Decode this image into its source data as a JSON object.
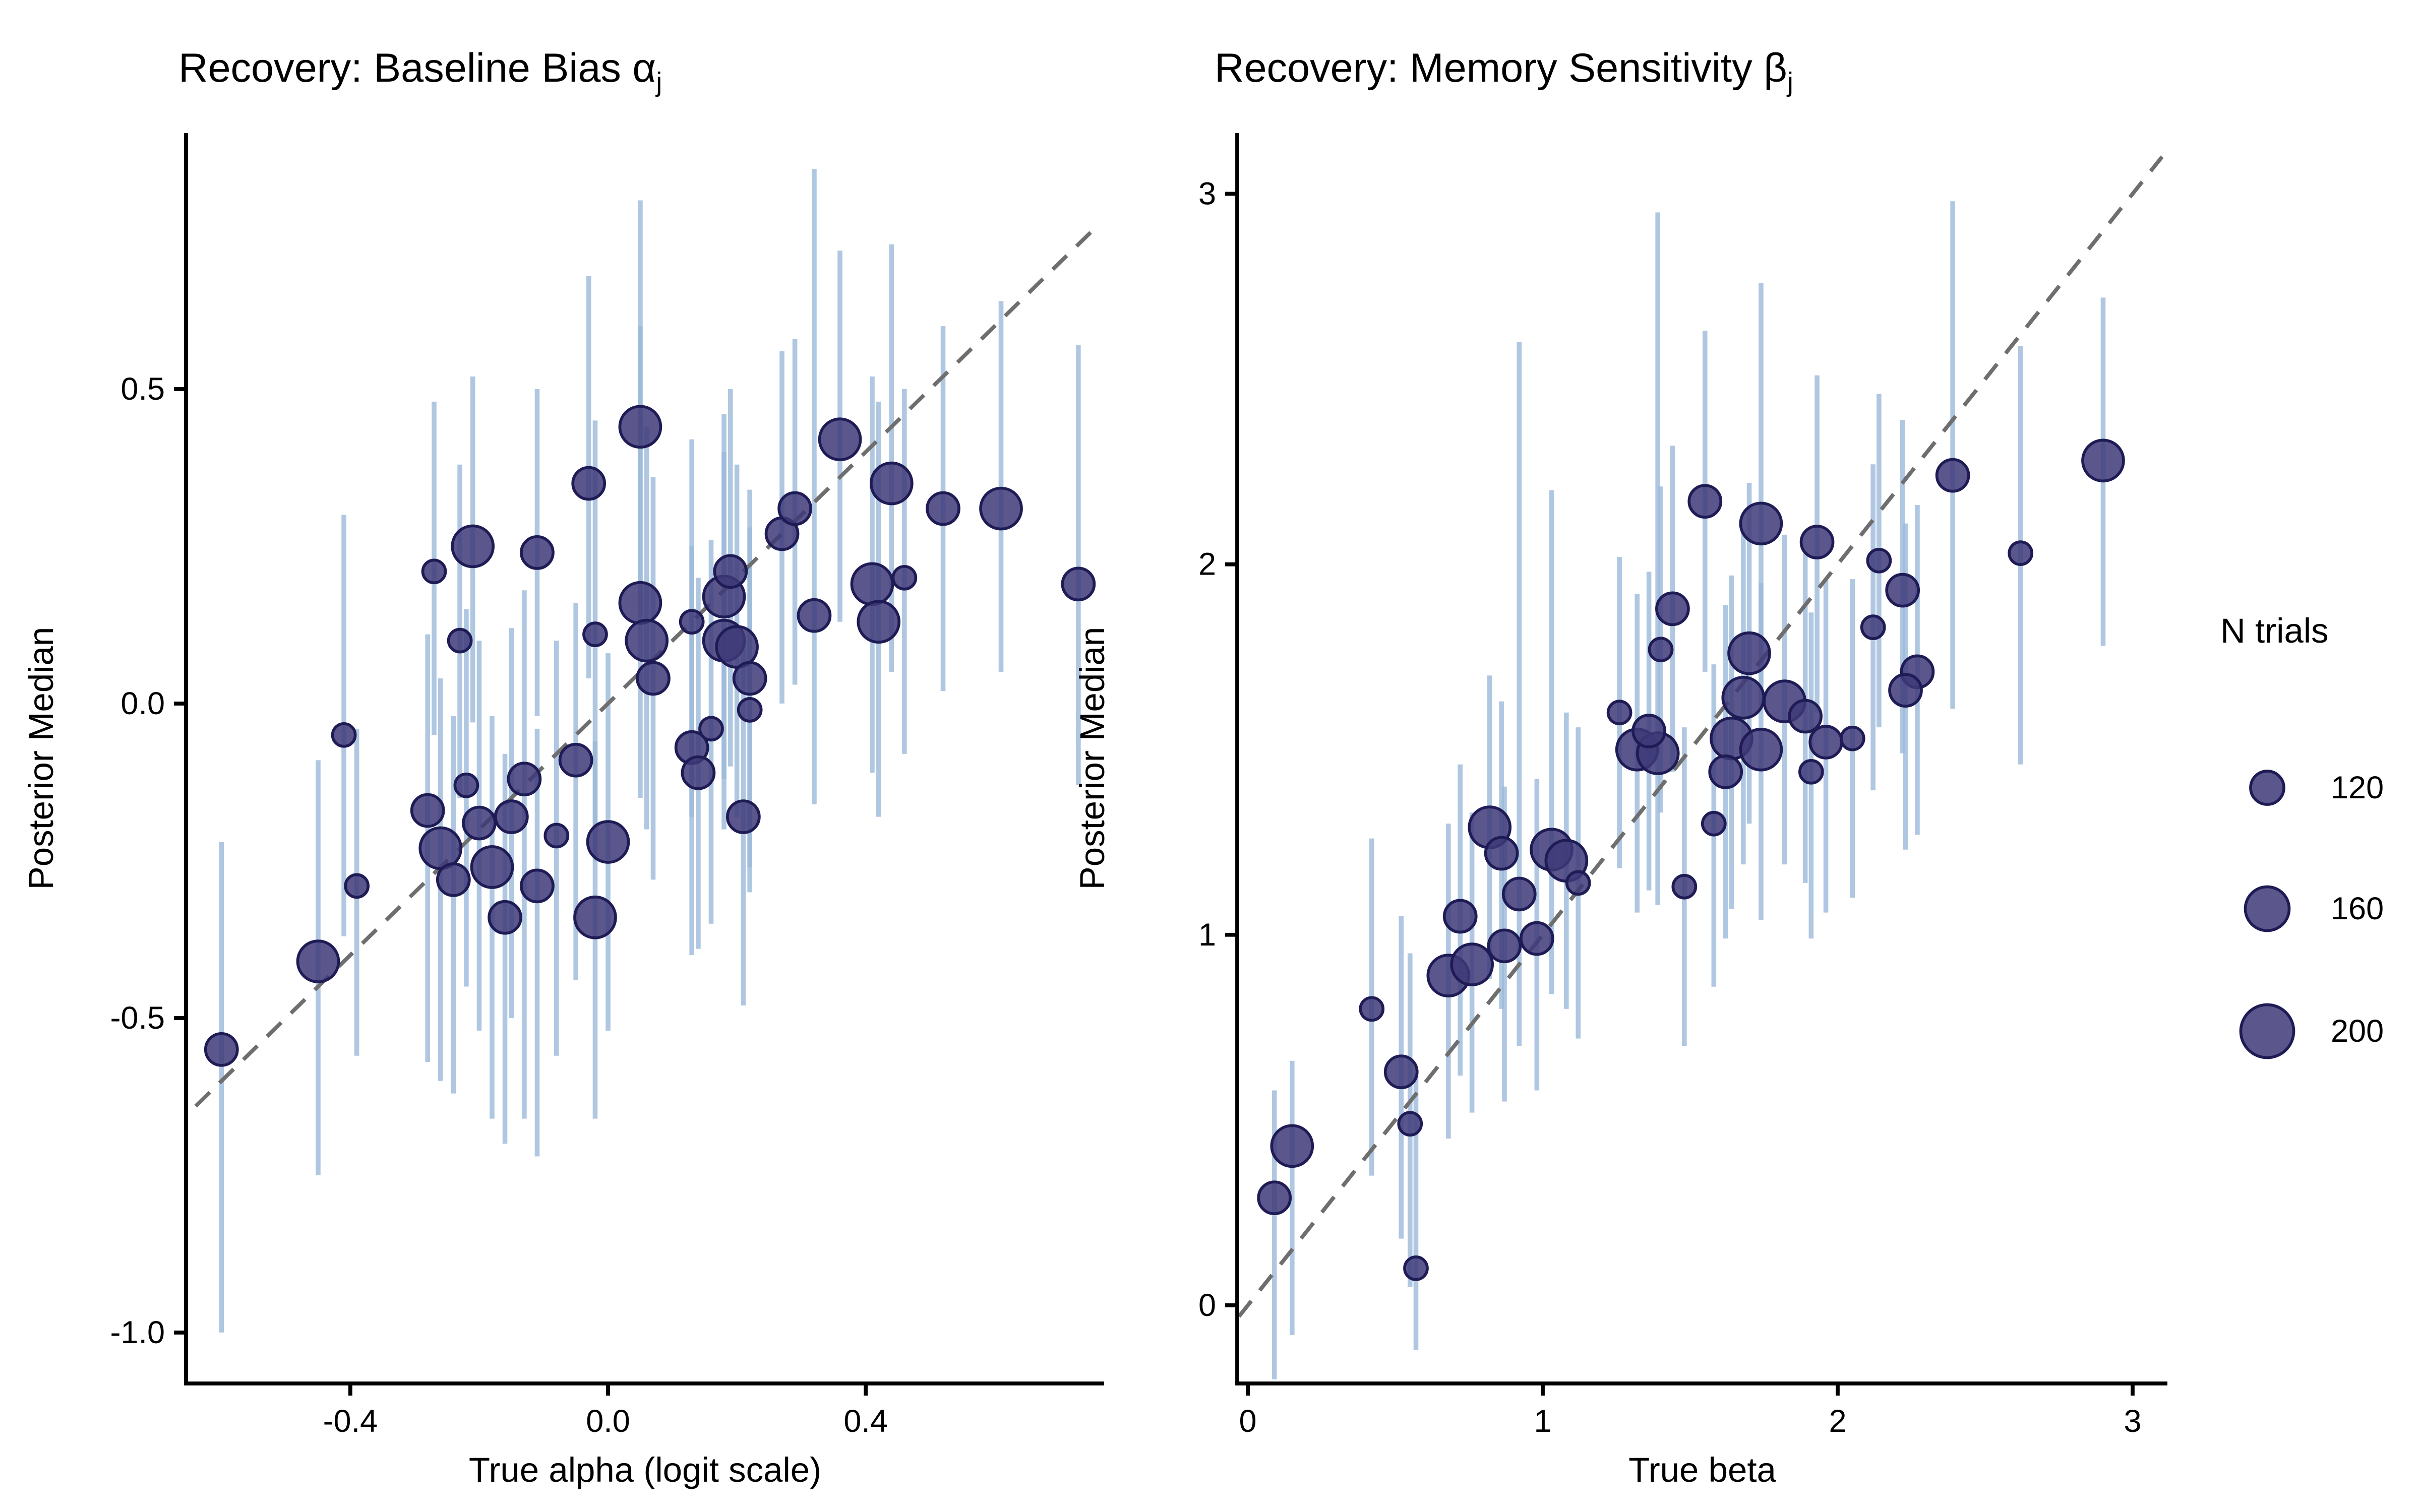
{
  "figure": {
    "background": "#ffffff"
  },
  "colors": {
    "point_fill": "#3e3979",
    "point_stroke": "#1f1b55",
    "point_opacity": 0.85,
    "error_bar": "#9cb9da",
    "error_bar_opacity": 0.8,
    "identity_line": "#6e6e6e",
    "axis": "#000000",
    "text": "#000000"
  },
  "legend": {
    "title": "N trials",
    "items": [
      {
        "label": "120",
        "n": 120
      },
      {
        "label": "160",
        "n": 160
      },
      {
        "label": "200",
        "n": 200
      }
    ]
  },
  "size_scale": {
    "120": 7.5,
    "160": 10.5,
    "200": 13.5
  },
  "legend_radii": [
    11,
    14.5,
    17.5
  ],
  "chart_data": [
    {
      "type": "scatter",
      "title_prefix": "Recovery: Baseline Bias ",
      "title_symbol": "α",
      "title_subscript": "j",
      "xlabel": "True alpha (logit scale)",
      "ylabel": "Posterior Median",
      "xlim": [
        -0.655,
        0.77
      ],
      "ylim": [
        -1.081,
        0.907
      ],
      "x_ticks": [
        {
          "v": -0.4,
          "label": "-0.4"
        },
        {
          "v": 0.0,
          "label": "0.0"
        },
        {
          "v": 0.4,
          "label": "0.4"
        }
      ],
      "y_ticks": [
        {
          "v": 0.5,
          "label": "0.5"
        },
        {
          "v": 0.0,
          "label": "0.0"
        },
        {
          "v": -0.5,
          "label": "-0.5"
        },
        {
          "v": -1.0,
          "label": "-1.0"
        }
      ],
      "identity": [
        [
          -0.64,
          -0.64
        ],
        [
          0.762,
          0.762
        ]
      ],
      "grid": false,
      "columns": [
        "true_value",
        "posterior_median",
        "n_trials",
        "ci_low",
        "ci_high"
      ],
      "points": [
        [
          -0.6,
          -0.55,
          160,
          -1.0,
          -0.22
        ],
        [
          -0.45,
          -0.41,
          200,
          -0.75,
          -0.09
        ],
        [
          -0.39,
          -0.29,
          120,
          -0.56,
          -0.04
        ],
        [
          -0.41,
          -0.05,
          120,
          -0.37,
          0.3
        ],
        [
          -0.28,
          -0.17,
          160,
          -0.57,
          0.11
        ],
        [
          -0.26,
          -0.23,
          200,
          -0.6,
          0.04
        ],
        [
          -0.24,
          -0.28,
          160,
          -0.62,
          -0.02
        ],
        [
          -0.22,
          -0.13,
          120,
          -0.45,
          0.15
        ],
        [
          -0.2,
          -0.19,
          160,
          -0.52,
          0.1
        ],
        [
          -0.18,
          -0.26,
          200,
          -0.66,
          -0.02
        ],
        [
          -0.15,
          -0.18,
          160,
          -0.5,
          0.12
        ],
        [
          -0.13,
          -0.12,
          160,
          -0.66,
          0.18
        ],
        [
          -0.11,
          -0.29,
          160,
          -0.72,
          -0.04
        ],
        [
          -0.08,
          -0.21,
          120,
          -0.56,
          0.1
        ],
        [
          -0.16,
          -0.34,
          160,
          -0.7,
          -0.08
        ],
        [
          -0.05,
          -0.09,
          160,
          -0.44,
          0.16
        ],
        [
          0.0,
          -0.22,
          200,
          -0.52,
          0.08
        ],
        [
          -0.02,
          -0.34,
          200,
          -0.66,
          -0.06
        ],
        [
          -0.23,
          0.1,
          120,
          -0.15,
          0.38
        ],
        [
          -0.27,
          0.21,
          120,
          -0.05,
          0.48
        ],
        [
          -0.21,
          0.25,
          200,
          -0.03,
          0.52
        ],
        [
          -0.11,
          0.24,
          160,
          -0.02,
          0.5
        ],
        [
          -0.03,
          0.35,
          160,
          0.04,
          0.68
        ],
        [
          0.05,
          0.44,
          200,
          0.14,
          0.8
        ],
        [
          -0.02,
          0.11,
          120,
          -0.25,
          0.45
        ],
        [
          0.05,
          0.16,
          200,
          -0.15,
          0.6
        ],
        [
          0.06,
          0.1,
          200,
          -0.2,
          0.44
        ],
        [
          0.07,
          0.04,
          160,
          -0.28,
          0.36
        ],
        [
          0.13,
          -0.07,
          160,
          -0.4,
          0.25
        ],
        [
          0.14,
          -0.11,
          160,
          -0.39,
          0.2
        ],
        [
          0.16,
          -0.04,
          120,
          -0.35,
          0.26
        ],
        [
          0.21,
          -0.18,
          160,
          -0.48,
          0.1
        ],
        [
          0.13,
          0.13,
          120,
          -0.18,
          0.42
        ],
        [
          0.18,
          0.17,
          200,
          -0.12,
          0.46
        ],
        [
          0.19,
          0.21,
          160,
          -0.1,
          0.5
        ],
        [
          0.18,
          0.1,
          200,
          -0.2,
          0.4
        ],
        [
          0.2,
          0.09,
          200,
          -0.18,
          0.38
        ],
        [
          0.22,
          0.04,
          160,
          -0.26,
          0.34
        ],
        [
          0.22,
          -0.01,
          120,
          -0.3,
          0.28
        ],
        [
          0.32,
          0.14,
          160,
          -0.16,
          0.85
        ],
        [
          0.27,
          0.27,
          160,
          0.0,
          0.56
        ],
        [
          0.29,
          0.31,
          160,
          0.03,
          0.58
        ],
        [
          0.36,
          0.42,
          200,
          0.13,
          0.72
        ],
        [
          0.44,
          0.35,
          200,
          0.05,
          0.73
        ],
        [
          0.41,
          0.19,
          200,
          -0.11,
          0.52
        ],
        [
          0.46,
          0.2,
          120,
          -0.08,
          0.5
        ],
        [
          0.42,
          0.13,
          200,
          -0.18,
          0.48
        ],
        [
          0.52,
          0.31,
          160,
          0.02,
          0.6
        ],
        [
          0.61,
          0.31,
          200,
          0.05,
          0.64
        ],
        [
          0.73,
          0.19,
          160,
          -0.13,
          0.57
        ]
      ]
    },
    {
      "type": "scatter",
      "title_prefix": "Recovery: Memory Sensitivity ",
      "title_symbol": "β",
      "title_subscript": "j",
      "xlabel": "True beta",
      "ylabel": "Posterior Median",
      "xlim": [
        -0.036,
        3.118
      ],
      "ylim": [
        -0.211,
        3.164
      ],
      "x_ticks": [
        {
          "v": 0,
          "label": "0"
        },
        {
          "v": 1,
          "label": "1"
        },
        {
          "v": 2,
          "label": "2"
        },
        {
          "v": 3,
          "label": "3"
        }
      ],
      "y_ticks": [
        {
          "v": 0,
          "label": "0"
        },
        {
          "v": 1,
          "label": "1"
        },
        {
          "v": 2,
          "label": "2"
        },
        {
          "v": 3,
          "label": "3"
        }
      ],
      "identity": [
        [
          -0.03,
          -0.03
        ],
        [
          3.1,
          3.1
        ]
      ],
      "grid": false,
      "columns": [
        "true_value",
        "posterior_median",
        "n_trials",
        "ci_low",
        "ci_high"
      ],
      "points": [
        [
          0.09,
          0.29,
          160,
          -0.2,
          0.58
        ],
        [
          0.15,
          0.43,
          200,
          -0.08,
          0.66
        ],
        [
          0.42,
          0.8,
          120,
          0.35,
          1.26
        ],
        [
          0.52,
          0.63,
          160,
          0.18,
          1.05
        ],
        [
          0.55,
          0.49,
          120,
          0.05,
          0.95
        ],
        [
          0.57,
          0.1,
          120,
          -0.12,
          0.62
        ],
        [
          0.68,
          0.89,
          200,
          0.45,
          1.3
        ],
        [
          0.76,
          0.92,
          200,
          0.52,
          1.33
        ],
        [
          0.72,
          1.05,
          160,
          0.62,
          1.46
        ],
        [
          0.82,
          1.29,
          200,
          0.88,
          1.7
        ],
        [
          0.86,
          1.22,
          160,
          0.8,
          1.63
        ],
        [
          0.87,
          0.97,
          160,
          0.55,
          1.4
        ],
        [
          0.92,
          1.11,
          160,
          0.7,
          2.6
        ],
        [
          0.98,
          0.99,
          160,
          0.58,
          1.42
        ],
        [
          1.03,
          1.23,
          200,
          0.84,
          2.2
        ],
        [
          1.08,
          1.2,
          200,
          0.8,
          1.6
        ],
        [
          1.12,
          1.14,
          120,
          0.72,
          1.56
        ],
        [
          1.26,
          1.6,
          120,
          1.18,
          2.02
        ],
        [
          1.32,
          1.5,
          200,
          1.06,
          1.92
        ],
        [
          1.39,
          1.49,
          200,
          1.08,
          2.95
        ],
        [
          1.36,
          1.55,
          160,
          1.12,
          1.98
        ],
        [
          1.44,
          1.88,
          160,
          1.44,
          2.32
        ],
        [
          1.4,
          1.77,
          120,
          1.33,
          2.21
        ],
        [
          1.48,
          1.13,
          120,
          0.7,
          1.56
        ],
        [
          1.58,
          1.3,
          120,
          0.86,
          1.73
        ],
        [
          1.62,
          1.44,
          160,
          0.99,
          1.89
        ],
        [
          1.64,
          1.53,
          200,
          1.07,
          1.97
        ],
        [
          1.74,
          1.5,
          200,
          1.04,
          1.95
        ],
        [
          1.68,
          1.64,
          200,
          1.19,
          2.09
        ],
        [
          1.7,
          1.76,
          200,
          1.3,
          2.22
        ],
        [
          1.74,
          2.11,
          200,
          1.62,
          2.76
        ],
        [
          1.55,
          2.17,
          160,
          1.71,
          2.63
        ],
        [
          1.89,
          1.59,
          160,
          1.14,
          2.03
        ],
        [
          1.93,
          2.06,
          160,
          1.6,
          2.51
        ],
        [
          1.96,
          1.52,
          160,
          1.06,
          1.96
        ],
        [
          1.91,
          1.44,
          120,
          0.99,
          1.87
        ],
        [
          2.05,
          1.53,
          120,
          1.1,
          1.96
        ],
        [
          2.14,
          2.01,
          120,
          1.56,
          2.46
        ],
        [
          2.22,
          1.93,
          160,
          1.49,
          2.39
        ],
        [
          2.12,
          1.83,
          120,
          1.39,
          2.27
        ],
        [
          2.27,
          1.71,
          160,
          1.27,
          2.16
        ],
        [
          2.23,
          1.66,
          160,
          1.23,
          2.11
        ],
        [
          1.82,
          1.63,
          200,
          1.19,
          2.08
        ],
        [
          2.39,
          2.24,
          160,
          1.61,
          2.98
        ],
        [
          2.62,
          2.03,
          120,
          1.46,
          2.59
        ],
        [
          2.9,
          2.28,
          200,
          1.78,
          2.72
        ]
      ]
    }
  ]
}
